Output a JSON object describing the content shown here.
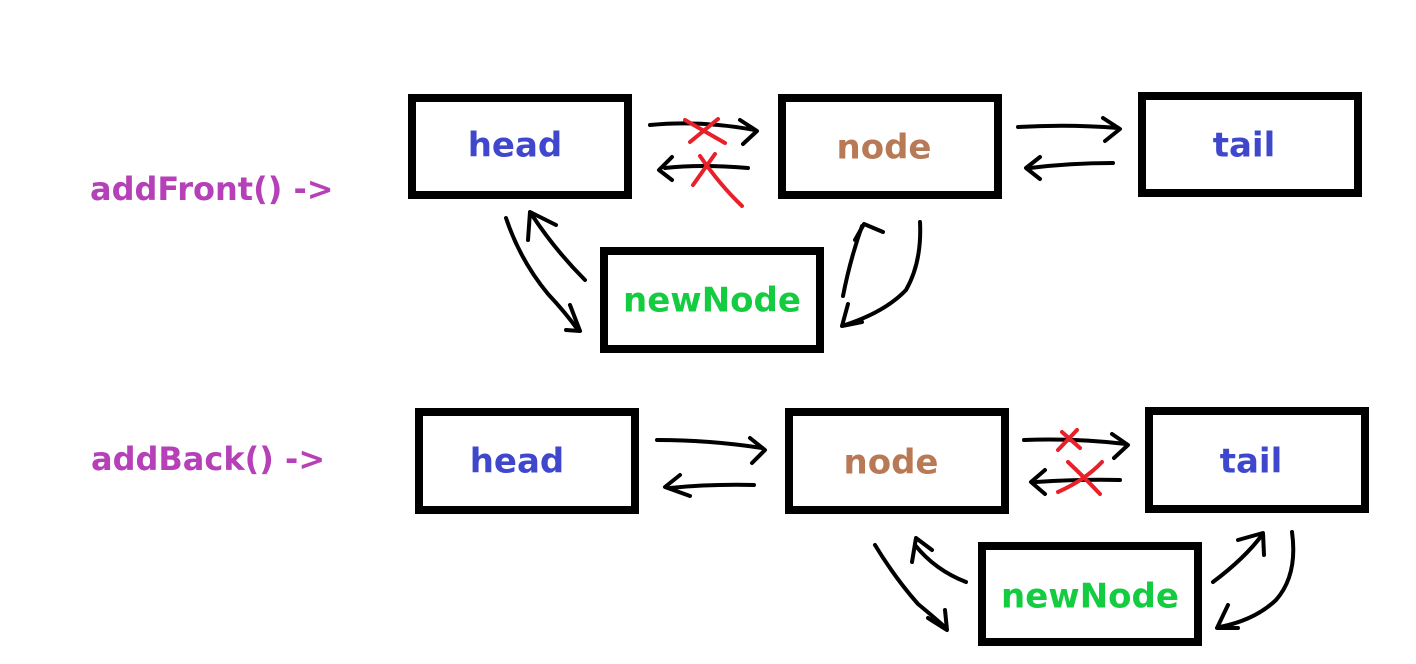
{
  "colors": {
    "function_label": "#b540b8",
    "head_tail_label": "#3f48cc",
    "node_label": "#b87a56",
    "new_node_label": "#13cc3f",
    "box_border": "#000000",
    "arrow": "#000000",
    "removed_link_mark": "#e8202a"
  },
  "add_front": {
    "function_label": "addFront() ->",
    "head": "head",
    "node": "node",
    "tail": "tail",
    "new_node": "newNode"
  },
  "add_back": {
    "function_label": "addBack() ->",
    "head": "head",
    "node": "node",
    "tail": "tail",
    "new_node": "newNode"
  }
}
